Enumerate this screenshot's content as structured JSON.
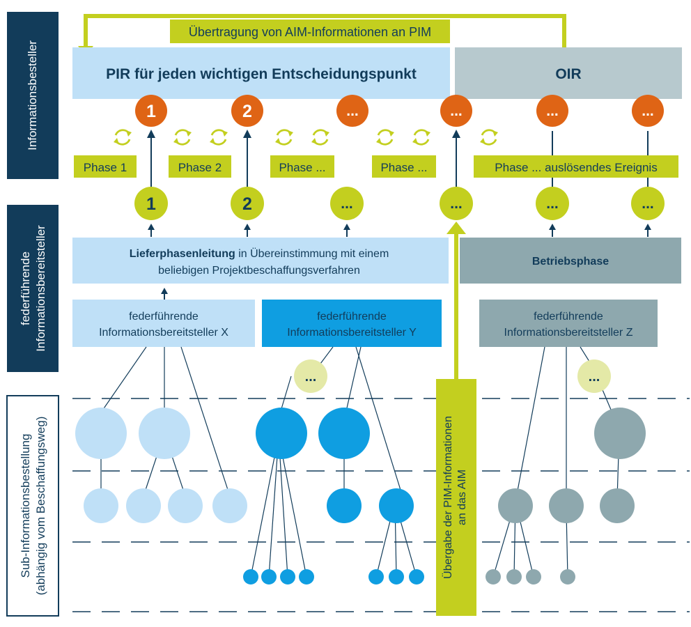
{
  "side_labels": {
    "besteller": "Informationsbesteller",
    "bereitsteller": [
      "federführende",
      "Informationsbereitsteller"
    ],
    "sub": [
      "Sub-Informationsbestellung",
      "(abhängig vom Beschaffungsweg)"
    ]
  },
  "top_bar": {
    "transfer_label": "Übertragung von AIM-Informationen an PIM"
  },
  "requirements": {
    "pir_label": "PIR für jeden wichtigen Entscheidungspunkt",
    "oir_label": "OIR"
  },
  "decision_points": [
    "1",
    "2",
    "...",
    "...",
    "...",
    "..."
  ],
  "info_points": [
    "1",
    "2",
    "...",
    "...",
    "...",
    "..."
  ],
  "phases": [
    "Phase 1",
    "Phase 2",
    "Phase ...",
    "Phase ..."
  ],
  "trigger_event_label": "Phase ... auslösendes Ereignis",
  "delivery": {
    "bold": "Lieferphasenleitung",
    "rest": " in Übereinstimmung mit einem",
    "line2": "beliebigen Projektbeschaffungsverfahren"
  },
  "operation_phase": "Betriebsphase",
  "providers": [
    {
      "line1": "federführende",
      "line2": "Informationsbereitsteller  X"
    },
    {
      "line1": "federführende",
      "line2": "Informationsbereitsteller  Y"
    },
    {
      "line1": "federführende",
      "line2": "Informationsbereitsteller  Z"
    }
  ],
  "sub_ellipsis": [
    "...",
    "..."
  ],
  "handover": {
    "line1": "Übergabe der PIM-Informationen",
    "line2": "an das AIM"
  },
  "colors": {
    "navy": "#123c5a",
    "lime": "#c3cf1f",
    "orange": "#df6415",
    "light_blue": "#bfe0f7",
    "cyan": "#0f9ee1",
    "grey_blue": "#8ea8ae",
    "light_grey_blue": "#b7c9ce",
    "pale_lime": "#e4e9a7"
  },
  "icons": [
    "refresh-cycle-icon",
    "arrow-up-icon"
  ]
}
